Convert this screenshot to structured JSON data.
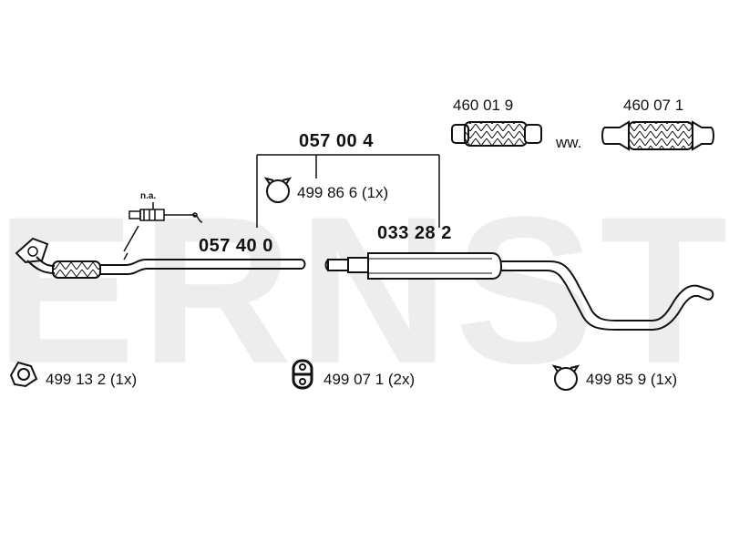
{
  "watermark": "ERNST",
  "parts": {
    "kit": "057 00 4",
    "front_pipe": "057 40 0",
    "middle_silencer": "033 28 2",
    "flex_pipe_a": "460 01 9",
    "flex_pipe_b": "460 07 1",
    "alt_text": "ww.",
    "sensor_note": "n.a."
  },
  "fittings": [
    {
      "code": "499 86 6 (1x)",
      "icon": "clamp-icon"
    },
    {
      "code": "499 13 2 (1x)",
      "icon": "flange-gasket-icon"
    },
    {
      "code": "499 07 1 (2x)",
      "icon": "rubber-mount-icon"
    },
    {
      "code": "499 85 9 (1x)",
      "icon": "clamp-icon"
    }
  ],
  "colors": {
    "line": "#111111",
    "watermark": "#ededed",
    "background": "#ffffff"
  }
}
